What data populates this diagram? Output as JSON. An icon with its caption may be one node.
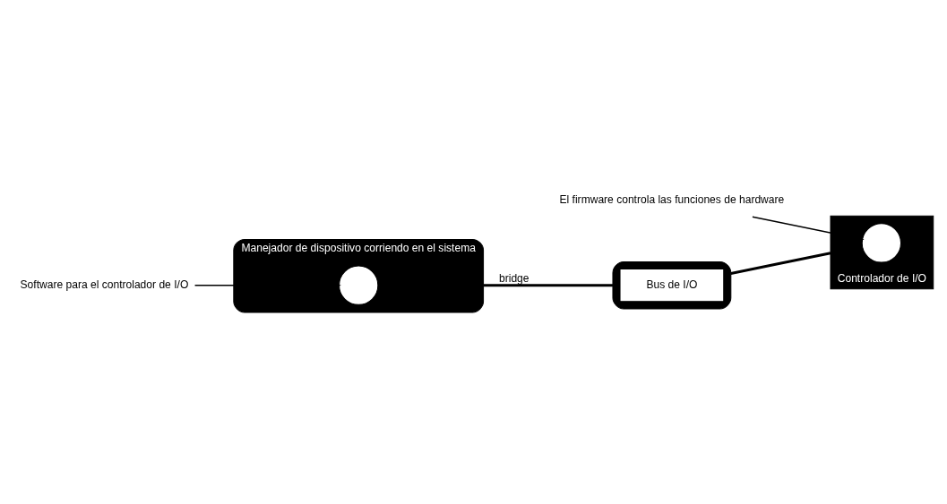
{
  "diagram": {
    "nodes": [
      {
        "text": [
          "Manejador de dispositivo corriendo en el sistema"
        ]
      },
      {
        "text": [],
        "shape": "circle",
        "in": 0
      },
      {
        "text": [
          "Software para el controlador de I/O"
        ]
      },
      {
        "text": [],
        "shape": "box"
      },
      {
        "text": [
          "Bus de I/O"
        ],
        "in": 3
      },
      {
        "text": [
          "Controlador de I/O"
        ]
      },
      {
        "text": [],
        "shape": "circle",
        "in": 5
      },
      {
        "text": [
          "El firmware controla las funciones de hardware"
        ]
      }
    ],
    "edges": [
      {
        "from": 0,
        "to": 3,
        "arrow": "none",
        "label": "bridge"
      },
      {
        "from": 3,
        "to": 5,
        "arrow": "none"
      },
      {
        "from": 2,
        "to": 1,
        "arrow": "to"
      },
      {
        "from": 7,
        "to": 6,
        "arrow": "to"
      }
    ]
  }
}
